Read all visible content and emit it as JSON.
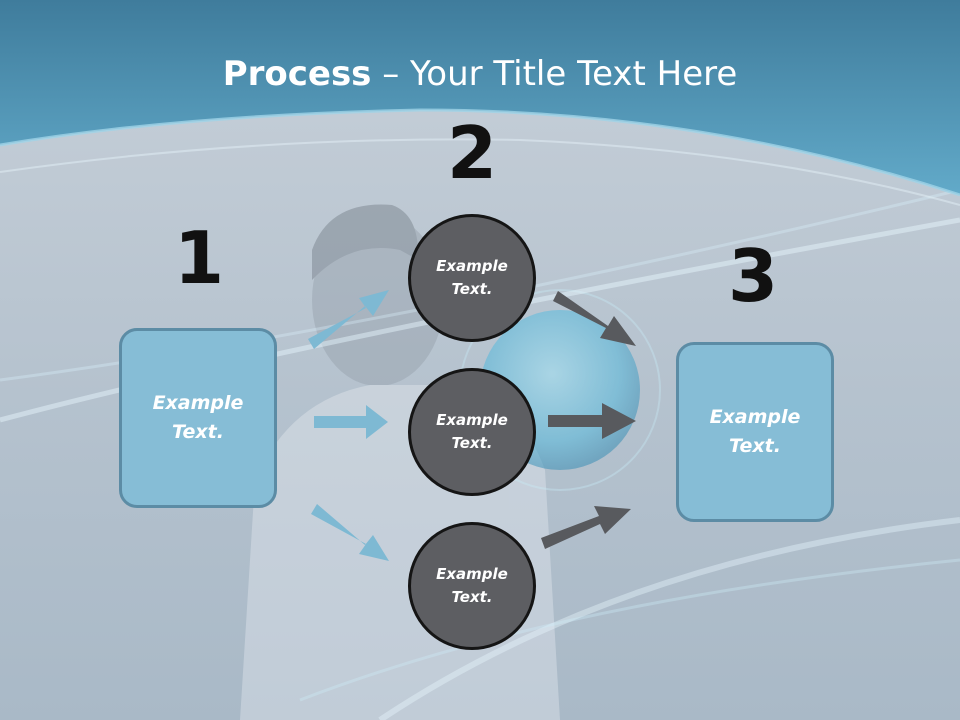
{
  "title": {
    "strong": "Process",
    "rest": " – Your Title Text Here"
  },
  "steps": {
    "one": "1",
    "two": "2",
    "three": "3"
  },
  "input_box": {
    "label": "Example\nText."
  },
  "middle_circles": [
    {
      "label": "Example\nText."
    },
    {
      "label": "Example\nText."
    },
    {
      "label": "Example\nText."
    }
  ],
  "output_box": {
    "label": "Example\nText."
  },
  "colors": {
    "header_blue": "#4f94b3",
    "box_fill": "#86bdd6",
    "box_border": "#5c8ca5",
    "circle_fill": "#5d5e62",
    "circle_border": "#151515",
    "left_arrow": "#7eb9d3",
    "right_arrow": "#585a5e"
  }
}
